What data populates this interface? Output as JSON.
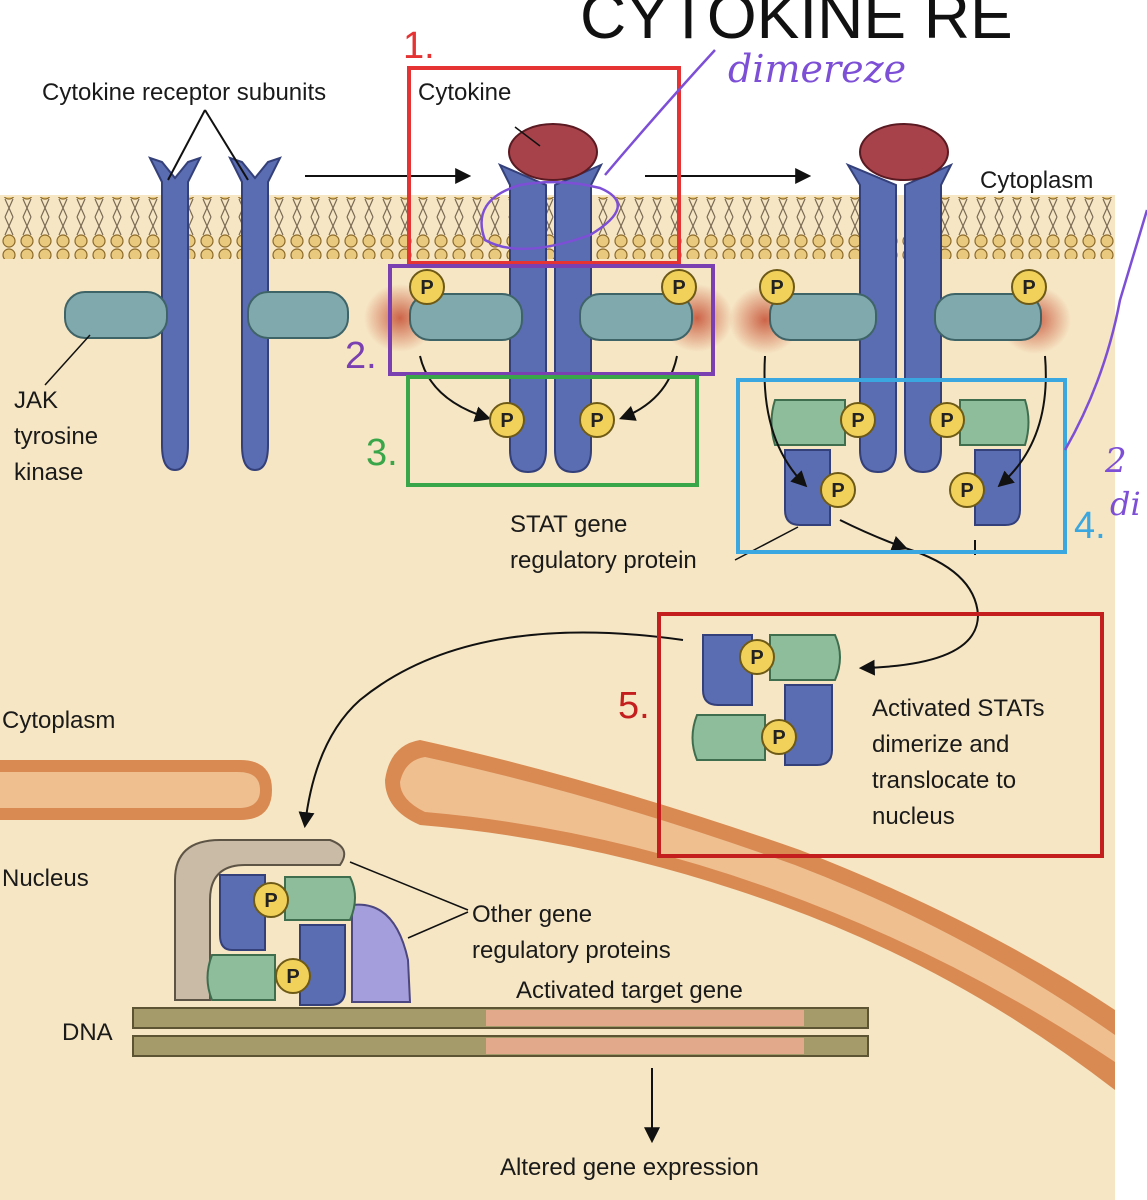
{
  "title_fragment": "CYTOKINE RE",
  "labels": {
    "cytokine_receptor_subunits": "Cytokine receptor subunits",
    "cytokine": "Cytokine",
    "cytoplasm_top": "Cytoplasm",
    "jak": [
      "JAK",
      "tyrosine",
      "kinase"
    ],
    "stat_gene": [
      "STAT gene",
      "regulatory protein"
    ],
    "activated_stats": [
      "Activated STATs",
      "dimerize and",
      "translocate to",
      "nucleus"
    ],
    "cytoplasm_left": "Cytoplasm",
    "nucleus": "Nucleus",
    "other_gene": [
      "Other gene",
      "regulatory proteins"
    ],
    "activated_target_gene": "Activated target gene",
    "dna": "DNA",
    "altered_gene_expression": "Altered gene expression",
    "phospho": "P"
  },
  "annotations": {
    "handwritten_dimerize": "dimereze",
    "handwritten_right_1": "2",
    "handwritten_right_2": "di",
    "steps": [
      "1.",
      "2.",
      "3.",
      "4.",
      "5."
    ]
  },
  "colors": {
    "background": "#f6e6c4",
    "receptor": "#5b6db2",
    "jak": "#7fa9ad",
    "stat_green": "#8ebd9c",
    "cytokine": "#a8424a",
    "phospho": "#f2d15a",
    "membrane": "#d9b56a",
    "nuclear_envelope": "#d98a52",
    "step1": "#e53232",
    "step2": "#7a3fb0",
    "step3": "#3aa64a",
    "step4": "#3aa7e0",
    "step5": "#c41e1e"
  }
}
